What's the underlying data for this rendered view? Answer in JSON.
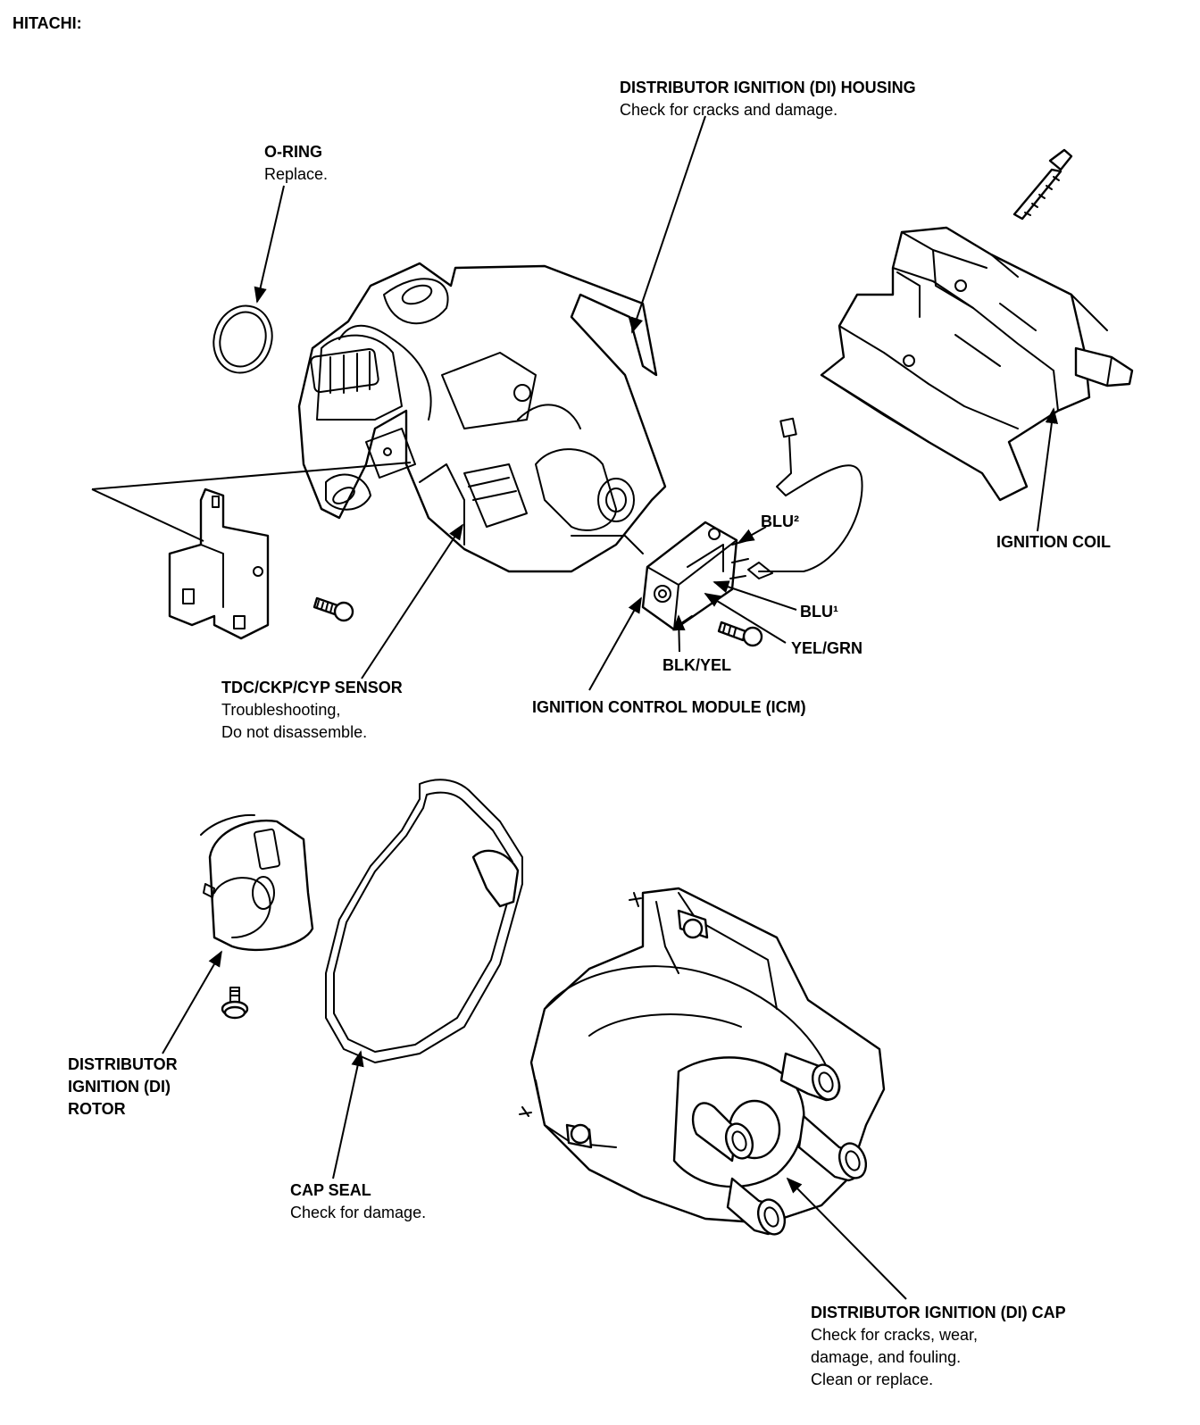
{
  "header": {
    "brand": "HITACHI:"
  },
  "labels": {
    "housing": {
      "title": "DISTRIBUTOR IGNITION (DI) HOUSING",
      "desc": "Check for cracks and damage."
    },
    "oring": {
      "title": "O-RING",
      "desc": "Replace."
    },
    "coil": {
      "title": "IGNITION COIL"
    },
    "blu2": {
      "title": "BLU²"
    },
    "blu1": {
      "title": "BLU¹"
    },
    "yelgrn": {
      "title": "YEL/GRN"
    },
    "blkyel": {
      "title": "BLK/YEL"
    },
    "icm": {
      "title": "IGNITION CONTROL MODULE (ICM)"
    },
    "sensor": {
      "title": "TDC/CKP/CYP SENSOR",
      "desc1": "Troubleshooting,",
      "desc2": "Do not disassemble."
    },
    "rotor": {
      "line1": "DISTRIBUTOR",
      "line2": "IGNITION (DI)",
      "line3": "ROTOR"
    },
    "capseal": {
      "title": "CAP SEAL",
      "desc": "Check for damage."
    },
    "cap": {
      "title": "DISTRIBUTOR IGNITION (DI) CAP",
      "desc1": "Check for cracks, wear,",
      "desc2": "damage, and fouling.",
      "desc3": "Clean or replace."
    }
  }
}
